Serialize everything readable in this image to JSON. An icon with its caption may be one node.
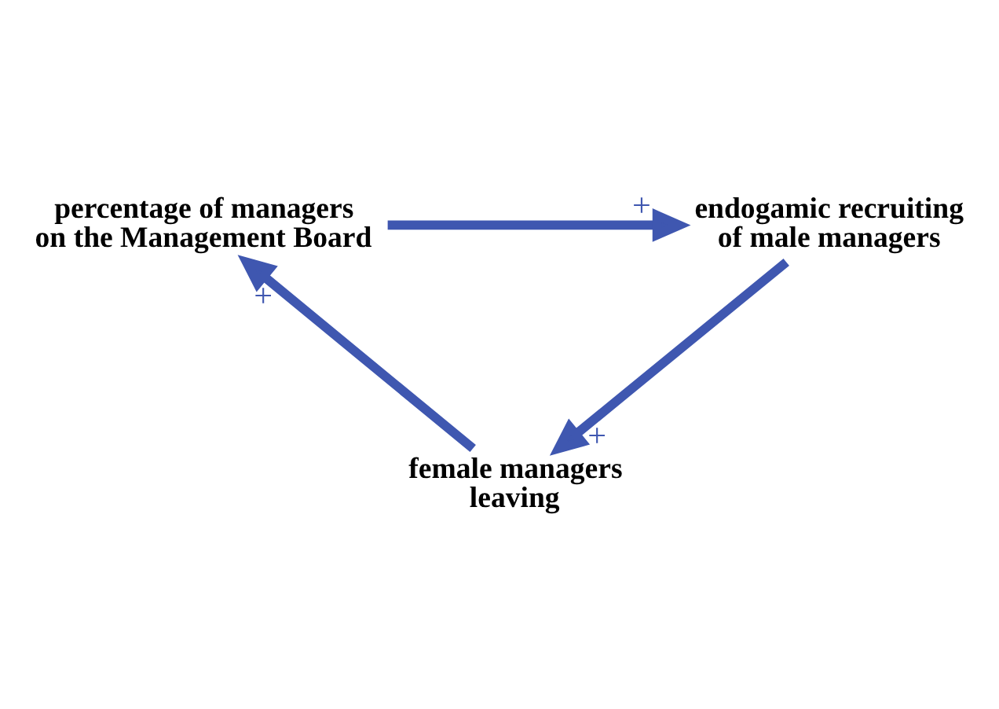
{
  "diagram": {
    "nodes": [
      {
        "text": [
          "percentage of managers on the Management Board"
        ]
      },
      {
        "text": [
          "endogamic recruiting of male managers"
        ]
      },
      {
        "text": [
          "female managers leaving"
        ]
      }
    ],
    "edges": [
      {
        "from": 0,
        "to": 1,
        "arrow": "to",
        "label": "+"
      },
      {
        "from": 1,
        "to": 2,
        "arrow": "to",
        "label": "+"
      },
      {
        "from": 2,
        "to": 0,
        "arrow": "to",
        "label": "+"
      }
    ]
  }
}
